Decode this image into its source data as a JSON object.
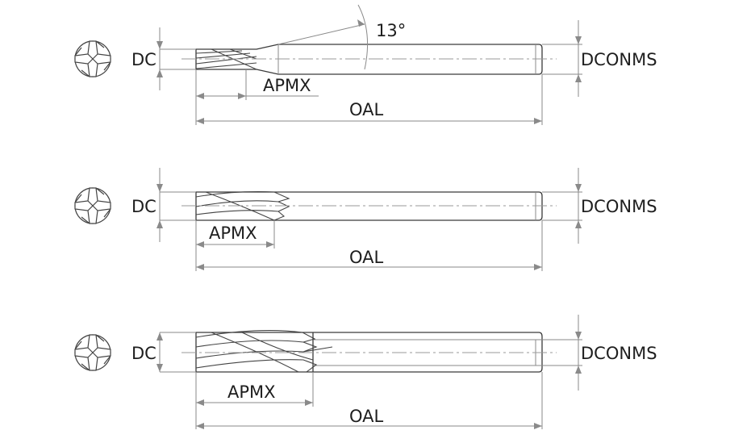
{
  "views": [
    {
      "id": "tool-1",
      "labels": {
        "dc": "DC",
        "apmx": "APMX",
        "oal": "OAL",
        "dconms": "DCONMS",
        "angle": "13°"
      }
    },
    {
      "id": "tool-2",
      "labels": {
        "dc": "DC",
        "apmx": "APMX",
        "oal": "OAL",
        "dconms": "DCONMS"
      }
    },
    {
      "id": "tool-3",
      "labels": {
        "dc": "DC",
        "apmx": "APMX",
        "oal": "OAL",
        "dconms": "DCONMS"
      }
    }
  ]
}
